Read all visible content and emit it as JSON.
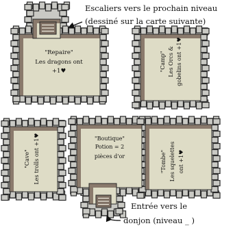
{
  "annotations": {
    "top_line1": "Escaliers vers le prochain niveau",
    "top_line2": "(dessiné sur la carte suivante)",
    "bottom_line1": "Entrée vers le",
    "bottom_line2": "donjon (niveau _ )"
  },
  "rooms": {
    "repaire": {
      "title": "\"Repaire\"",
      "line1": "Les dragons ont",
      "line2": "+1♥"
    },
    "camp": {
      "title": "\"Camp\"",
      "line1": "Les Orcs &",
      "line2": "gobelins ont +1♥"
    },
    "cave": {
      "title": "\"Cave\"",
      "line1": "Les trolls ont +1♥"
    },
    "boutique": {
      "title": "\"Boutique\"",
      "line1": "Potion = 2",
      "line2": "pièces d'or"
    },
    "tombe": {
      "title": "\"Tombe\"",
      "line1": "Les squelettes",
      "line2": "ont +1♥"
    }
  },
  "colors": {
    "floor": "#dedcc6",
    "wall": "#c9c9c4",
    "wall_outline": "#2a2a2a",
    "shadow": "#8a7a6c",
    "stairs": "#7d6e62"
  },
  "icons": [
    "arrow-icon",
    "heart-icon"
  ]
}
